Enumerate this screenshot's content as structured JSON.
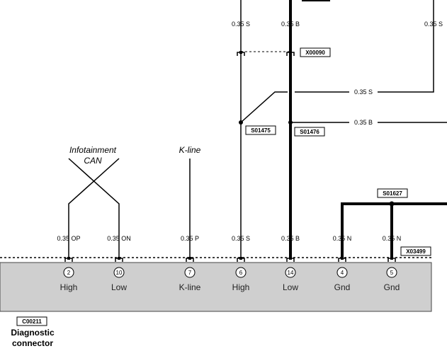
{
  "connector": {
    "id": "C00211",
    "title_line1": "Diagnostic",
    "title_line2": "connector"
  },
  "pins": [
    {
      "num": "2",
      "label": "High",
      "wire": "0.35 OP"
    },
    {
      "num": "10",
      "label": "Low",
      "wire": "0.35 ON"
    },
    {
      "num": "7",
      "label": "K-line",
      "wire": "0.35 P"
    },
    {
      "num": "6",
      "label": "High",
      "wire": "0.35 S"
    },
    {
      "num": "14",
      "label": "Low",
      "wire": "0.35 B"
    },
    {
      "num": "4",
      "label": "Gnd",
      "wire": "0.35 N"
    },
    {
      "num": "5",
      "label": "Gnd",
      "wire": "0.35 N"
    }
  ],
  "signals": {
    "infotainment_line1": "Infotainment",
    "infotainment_line2": "CAN",
    "kline": "K-line"
  },
  "top_wires": {
    "left": "0.35 S",
    "mid": "0.35 B",
    "right": "0.35 S"
  },
  "branch_wires": {
    "upper": "0.35 S",
    "lower": "0.35 B"
  },
  "tags": {
    "x_upper": "X00090",
    "x_lower": "X03499",
    "s_left": "S01475",
    "s_mid": "S01476",
    "s_ground": "S01627"
  }
}
